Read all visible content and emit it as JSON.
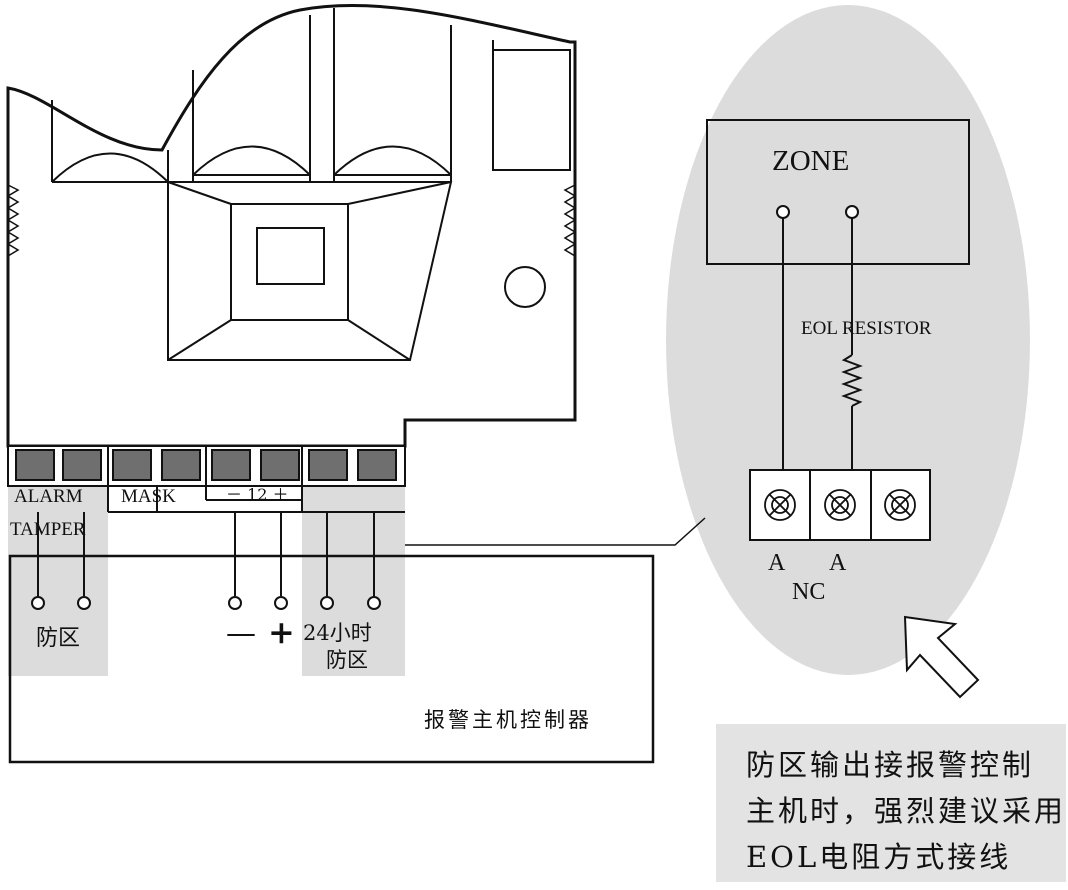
{
  "colors": {
    "ink": "#111111",
    "shade": "#dcdcdc",
    "note_bg": "#e3e3e3",
    "terminal_fill": "#6f6f6f"
  },
  "detector": {
    "terminal_labels": {
      "alarm": "ALARM",
      "tamper": "TAMPER",
      "mask": "MASK",
      "power": "－ 12 ＋"
    }
  },
  "panel": {
    "zone_label": "防区",
    "minus": "—",
    "plus": "+",
    "zone24_line1": "24小时",
    "zone24_line2": "防区",
    "title": "报警主机控制器"
  },
  "inset": {
    "zone_title": "ZONE",
    "resistor_label": "EOL RESISTOR",
    "terminal_a1": "A",
    "terminal_a2": "A",
    "terminal_nc": "NC"
  },
  "note": {
    "line1": "防区输出接报警控制",
    "line2": "主机时，强烈建议采用",
    "line3": "EOL电阻方式接线"
  }
}
